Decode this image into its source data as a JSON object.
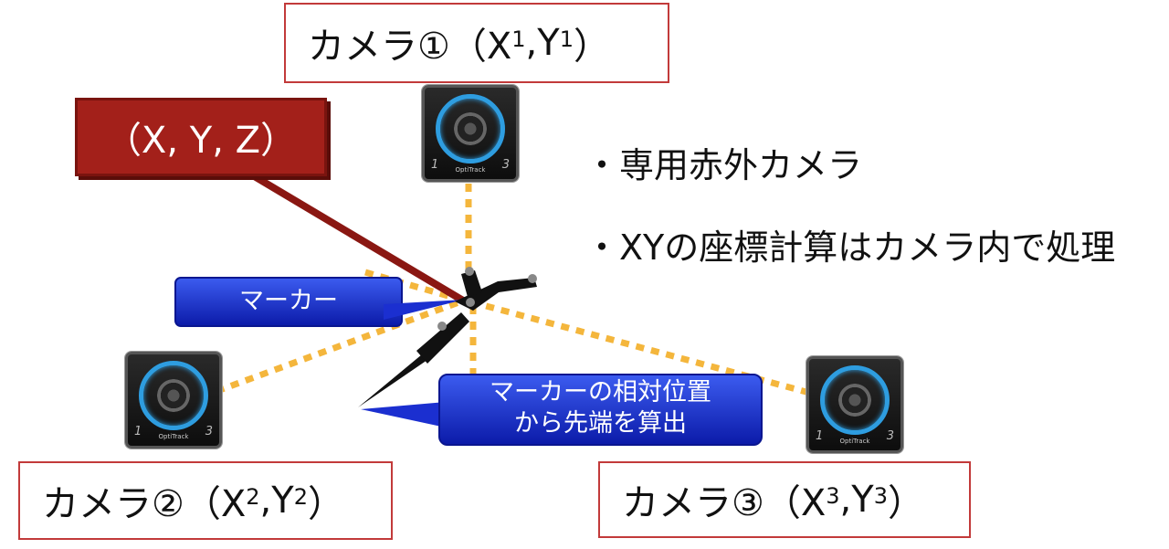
{
  "camera1": {
    "label": "カメラ①（X",
    "sup1": "1",
    "mid": ",Y",
    "sup2": "1",
    "end": "）"
  },
  "camera2": {
    "label": "カメラ②（X",
    "sup1": "2",
    "mid": ",Y",
    "sup2": "2",
    "end": "）"
  },
  "camera3": {
    "label": "カメラ③（X",
    "sup1": "3",
    "mid": ",Y",
    "sup2": "3",
    "end": "）"
  },
  "xyz_label": "（X, Y, Z）",
  "bullets": [
    "・専用赤外カメラ",
    "・XYの座標計算はカメラ内で処理"
  ],
  "callouts": {
    "marker": "マーカー",
    "tip_line1": "マーカーの相対位置",
    "tip_line2": "から先端を算出"
  },
  "device": {
    "num_left": "1",
    "num_right": "3",
    "brand": "OptiTrack"
  },
  "colors": {
    "label_border": "#c23a3a",
    "xyz_fill": "#a3201a",
    "callout_fill": "#1b2fd0",
    "ray": "#f4b63c",
    "ring": "#2e9de0"
  }
}
